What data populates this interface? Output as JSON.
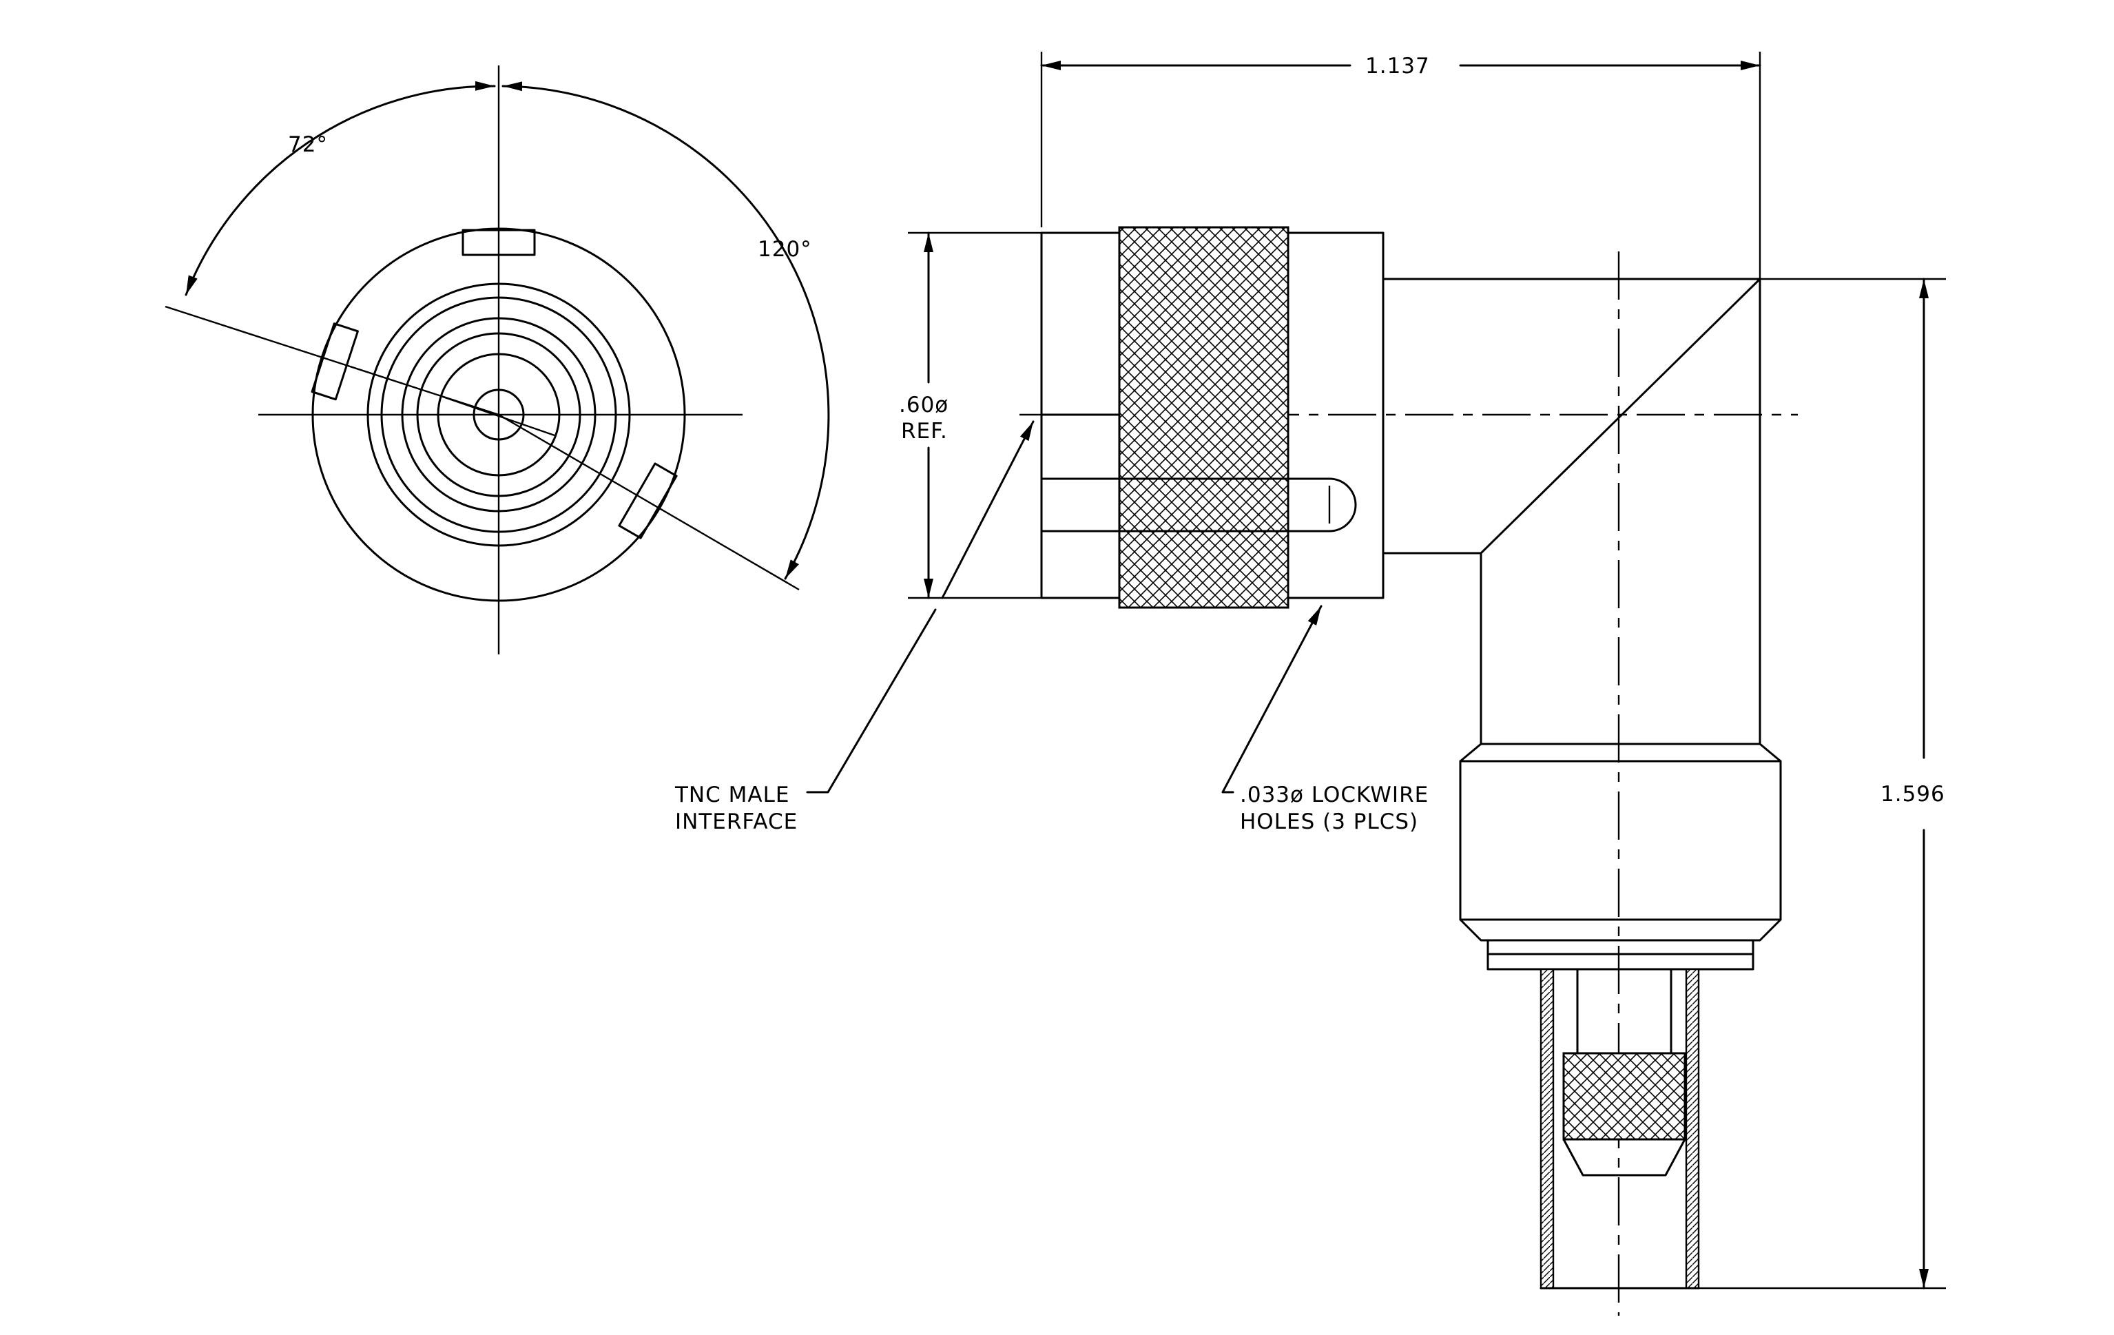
{
  "dimensions": {
    "overall_width": "1.137",
    "overall_height": "1.596",
    "coupling_diameter_value": ".60ø",
    "coupling_diameter_ref": "REF.",
    "angle_upper_left": "72°",
    "angle_upper_right": "120°"
  },
  "callouts": {
    "interface_line1": "TNC MALE",
    "interface_line2": "INTERFACE",
    "lockwire_line1": ".033ø LOCKWIRE",
    "lockwire_line2": "HOLES (3 PLCS)"
  }
}
